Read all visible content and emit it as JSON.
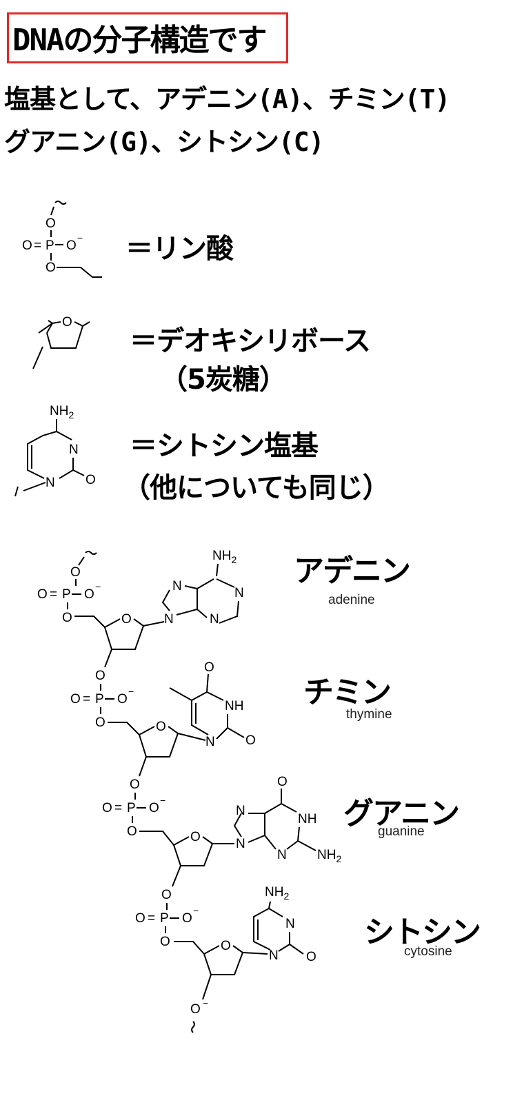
{
  "title": "DNAの分子構造です",
  "intro": {
    "line1": "塩基として、アデニン(A)、チミン(T)",
    "line2": "グアニン(G)、シトシン(C)"
  },
  "legend": {
    "phosphate": "＝リン酸",
    "sugar_line1": "＝デオキシリボース",
    "sugar_line2": "（5炭糖）",
    "base_line1": "＝シトシン塩基",
    "base_line2": "（他についても同じ）"
  },
  "atoms": {
    "O": "O",
    "P": "P",
    "N": "N",
    "NH": "NH",
    "NH2": "NH",
    "sub2": "2",
    "minus": "−",
    "eq": "="
  },
  "bases": [
    {
      "name": "アデニン",
      "en": "adenine"
    },
    {
      "name": "チミン",
      "en": "thymine"
    },
    {
      "name": "グアニン",
      "en": "guanine"
    },
    {
      "name": "シトシン",
      "en": "cytosine"
    }
  ]
}
